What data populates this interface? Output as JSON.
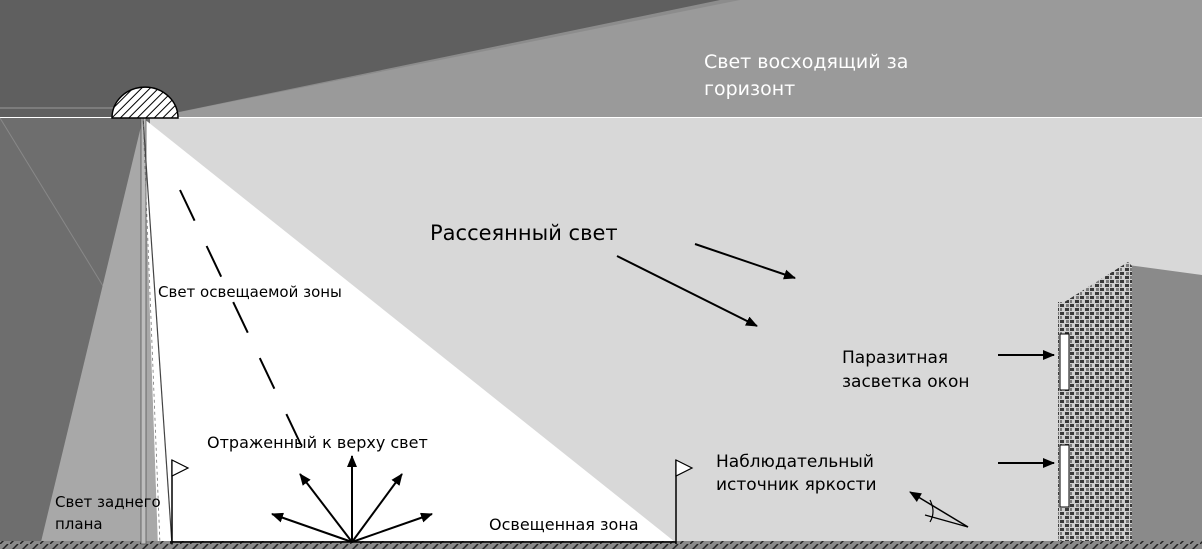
{
  "labels": {
    "sky_light": [
      "Свет восходящий за",
      "горизонт"
    ],
    "diffuse_light": "Рассеянный свет",
    "lit_zone_light": "Свет освещаемой зоны",
    "parasitic_windows": [
      "Паразитная",
      "засветка окон"
    ],
    "reflected_up": "Отраженный к верху свет",
    "observed_source": [
      "Наблюдательный",
      "источник яркости"
    ],
    "background_light": [
      "Свет заднего",
      "плана"
    ],
    "lit_zone": "Освещенная зона"
  },
  "colors": {
    "sky_dark": "#5f5f5f",
    "sky_mid": "#8c8c8c",
    "sky_light": "#a6a6a6",
    "diffuse_field": "#d8d8d8",
    "lit_zone": "#ffffff",
    "pole": "#bdbdbd",
    "left_panel": "#6e6e6e",
    "building": "#8a8a8a",
    "ink": "#000000",
    "window": "#ffffff"
  }
}
